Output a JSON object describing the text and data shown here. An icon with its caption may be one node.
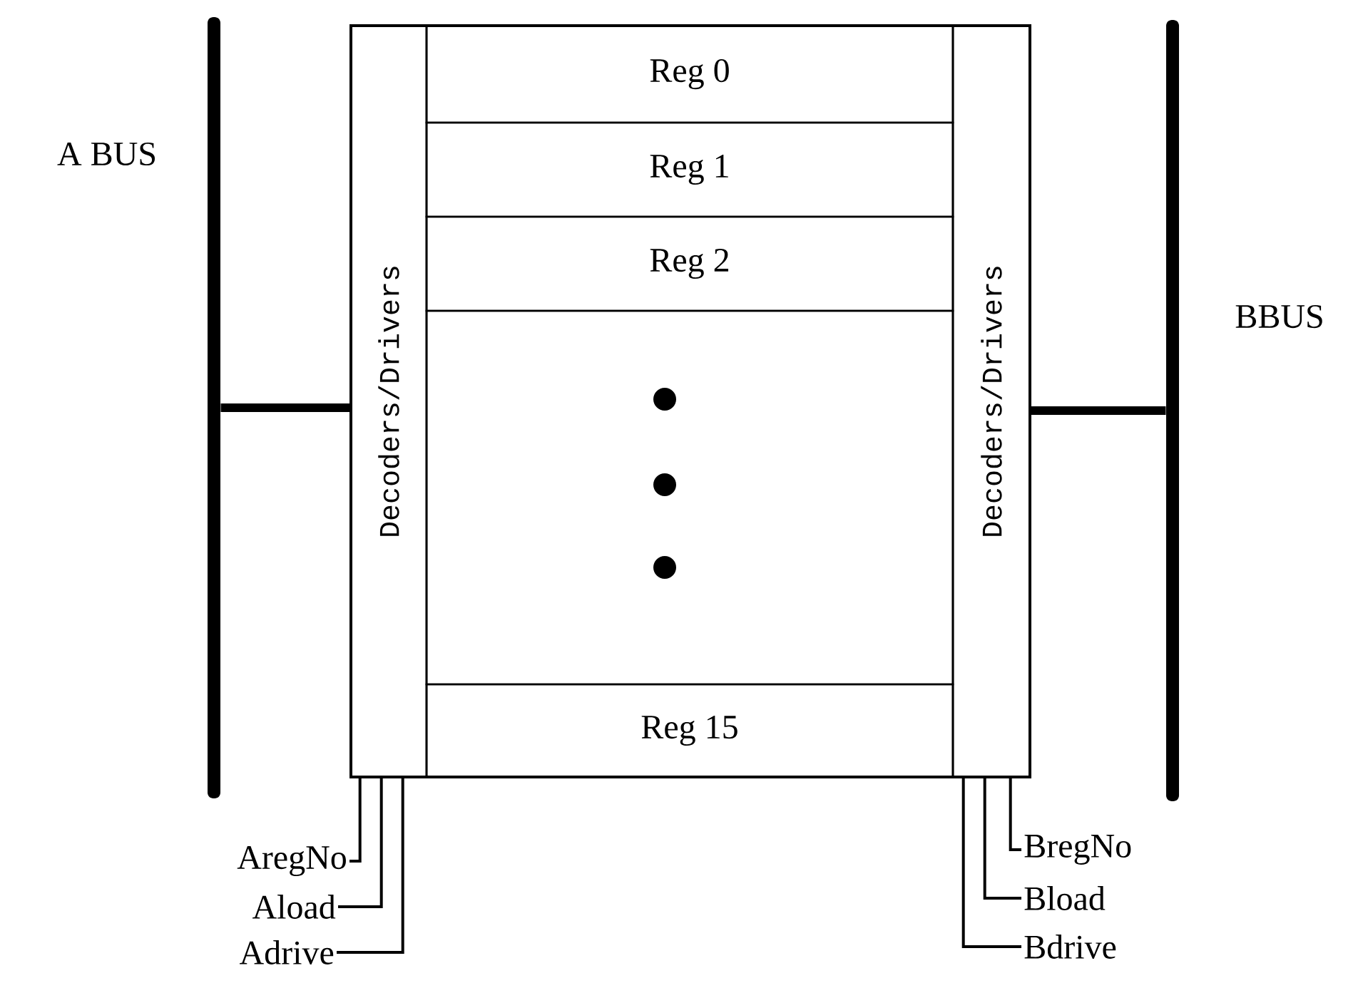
{
  "diagram": {
    "nodes": [
      {
        "text": [],
        "shape": "bar",
        "beside": [
          "A BUS"
        ]
      },
      {
        "text": [
          "Decoders/Drivers"
        ]
      },
      {
        "text": [
          "Reg 0"
        ]
      },
      {
        "text": [
          "Reg 1"
        ]
      },
      {
        "text": [
          "Reg 2"
        ]
      },
      {
        "text": [],
        "shape": "box"
      },
      {
        "text": [
          "Reg 15"
        ]
      },
      {
        "text": [
          "Decoders/Drivers"
        ]
      },
      {
        "text": [],
        "shape": "bar",
        "beside": [
          "BBUS"
        ]
      },
      {
        "text": [
          "AregNo"
        ]
      },
      {
        "text": [
          "Aload"
        ]
      },
      {
        "text": [
          "Adrive"
        ]
      },
      {
        "text": [
          "BregNo"
        ]
      },
      {
        "text": [
          "Bload"
        ]
      },
      {
        "text": [
          "Bdrive"
        ]
      }
    ],
    "edges": [
      {
        "from": 0,
        "to": 1,
        "arrow": "none",
        "style": "thick"
      },
      {
        "from": 7,
        "to": 8,
        "arrow": "none",
        "style": "thick"
      },
      {
        "from": 9,
        "to": 1,
        "arrow": "none"
      },
      {
        "from": 10,
        "to": 1,
        "arrow": "none"
      },
      {
        "from": 11,
        "to": 1,
        "arrow": "none"
      },
      {
        "from": 12,
        "to": 7,
        "arrow": "none"
      },
      {
        "from": 13,
        "to": 7,
        "arrow": "none"
      },
      {
        "from": 14,
        "to": 7,
        "arrow": "none"
      }
    ]
  }
}
